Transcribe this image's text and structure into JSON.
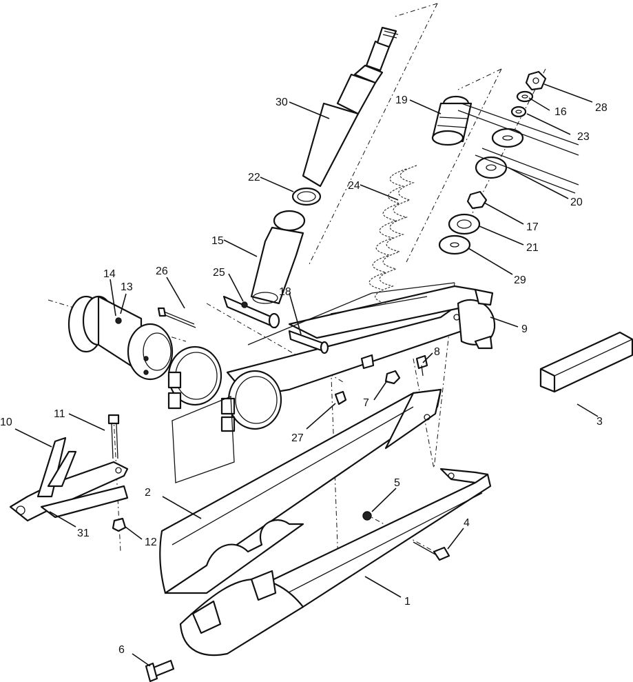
{
  "callouts": [
    {
      "id": "c1",
      "text": "1"
    },
    {
      "id": "c2",
      "text": "2"
    },
    {
      "id": "c3",
      "text": "3"
    },
    {
      "id": "c4",
      "text": "4"
    },
    {
      "id": "c5",
      "text": "5"
    },
    {
      "id": "c6",
      "text": "6"
    },
    {
      "id": "c7",
      "text": "7"
    },
    {
      "id": "c8",
      "text": "8"
    },
    {
      "id": "c9",
      "text": "9"
    },
    {
      "id": "c10",
      "text": "10"
    },
    {
      "id": "c11",
      "text": "11"
    },
    {
      "id": "c12",
      "text": "12"
    },
    {
      "id": "c13",
      "text": "13"
    },
    {
      "id": "c14",
      "text": "14"
    },
    {
      "id": "c15",
      "text": "15"
    },
    {
      "id": "c16",
      "text": "16"
    },
    {
      "id": "c17",
      "text": "17"
    },
    {
      "id": "c18",
      "text": "18"
    },
    {
      "id": "c19",
      "text": "19"
    },
    {
      "id": "c20",
      "text": "20"
    },
    {
      "id": "c21",
      "text": "21"
    },
    {
      "id": "c22",
      "text": "22"
    },
    {
      "id": "c23",
      "text": "23"
    },
    {
      "id": "c24",
      "text": "24"
    },
    {
      "id": "c25",
      "text": "25"
    },
    {
      "id": "c26",
      "text": "26"
    },
    {
      "id": "c27",
      "text": "27"
    },
    {
      "id": "c28",
      "text": "28"
    },
    {
      "id": "c29",
      "text": "29"
    },
    {
      "id": "c30",
      "text": "30"
    },
    {
      "id": "c31",
      "text": "31"
    }
  ],
  "colors": {
    "ink": "#111111",
    "paper": "#ffffff"
  }
}
